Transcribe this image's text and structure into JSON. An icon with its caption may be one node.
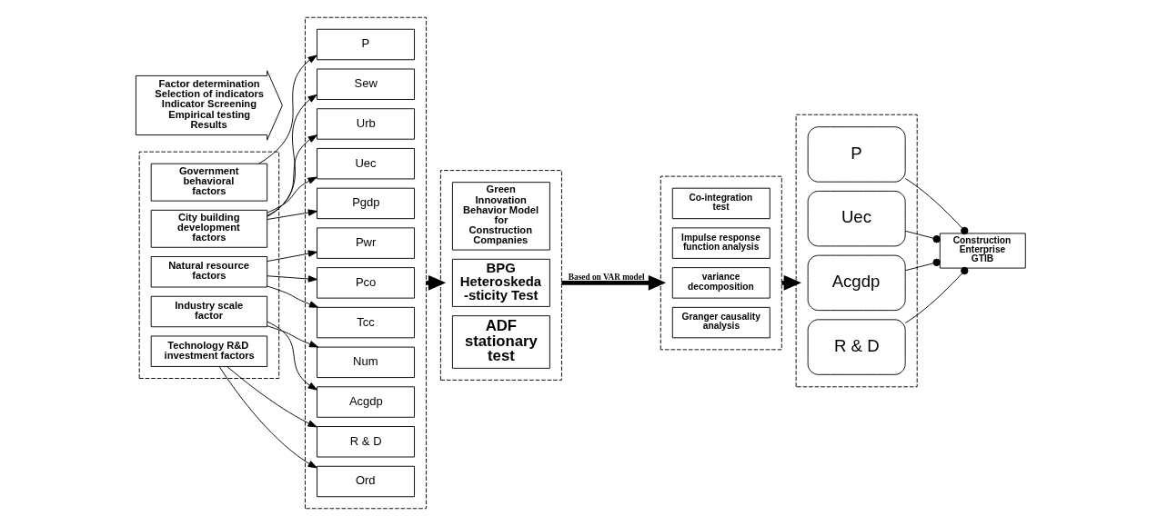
{
  "diagram": {
    "nodes": [
      {
        "text": [],
        "shape": "box"
      },
      {
        "text": [
          "Government behavioral factors"
        ],
        "in": 0
      },
      {
        "text": [
          "City building development factors"
        ],
        "in": 0
      },
      {
        "text": [
          "Natural resource factors"
        ],
        "in": 0
      },
      {
        "text": [
          "Industry scale factor"
        ],
        "in": 0
      },
      {
        "text": [
          "Technology R&D investment factors"
        ],
        "in": 0
      },
      {
        "text": [],
        "shape": "box"
      },
      {
        "text": [
          "P"
        ],
        "in": 6
      },
      {
        "text": [
          "Sew"
        ],
        "in": 6
      },
      {
        "text": [
          "Urb"
        ],
        "in": 6
      },
      {
        "text": [
          "Uec"
        ],
        "in": 6
      },
      {
        "text": [
          "Pgdp"
        ],
        "in": 6
      },
      {
        "text": [
          "Pwr"
        ],
        "in": 6
      },
      {
        "text": [
          "Pco"
        ],
        "in": 6
      },
      {
        "text": [
          "Tcc"
        ],
        "in": 6
      },
      {
        "text": [
          "Num"
        ],
        "in": 6
      },
      {
        "text": [
          "Acgdp"
        ],
        "in": 6
      },
      {
        "text": [
          "R & D"
        ],
        "in": 6
      },
      {
        "text": [
          "Ord"
        ],
        "in": 6
      },
      {
        "text": [],
        "shape": "box"
      },
      {
        "text": [
          "Green Innovation Behavior Model for Construction Companies"
        ],
        "in": 19
      },
      {
        "text": [
          "BPG Heteroskeda -sticity Test"
        ],
        "in": 19
      },
      {
        "text": [
          "ADF stationary test"
        ],
        "in": 19
      },
      {
        "text": [],
        "shape": "box"
      },
      {
        "text": [
          "Co-integration test"
        ],
        "in": 23
      },
      {
        "text": [
          "Impulse response function analysis"
        ],
        "in": 23
      },
      {
        "text": [
          "variance decomposition"
        ],
        "in": 23
      },
      {
        "text": [
          "Granger causality analysis"
        ],
        "in": 23
      },
      {
        "text": [],
        "shape": "box"
      },
      {
        "text": [
          "P"
        ],
        "in": 28
      },
      {
        "text": [
          "Uec"
        ],
        "in": 28
      },
      {
        "text": [
          "Acgdp"
        ],
        "in": 28
      },
      {
        "text": [
          "R & D"
        ],
        "in": 28
      },
      {
        "text": [
          "Construction Enterprise GTIB"
        ]
      },
      {
        "text": [
          "Factor determination",
          "Selection of indicators",
          "Indicator Screening",
          "Empirical testing",
          "Results"
        ]
      }
    ],
    "edges": [
      {
        "from": 1,
        "to": 7,
        "arrow": "to"
      },
      {
        "from": 2,
        "to": 8,
        "arrow": "to"
      },
      {
        "from": 2,
        "to": 9,
        "arrow": "to"
      },
      {
        "from": 2,
        "to": 10,
        "arrow": "to"
      },
      {
        "from": 2,
        "to": 11,
        "arrow": "to"
      },
      {
        "from": 3,
        "to": 12,
        "arrow": "to"
      },
      {
        "from": 3,
        "to": 13,
        "arrow": "to"
      },
      {
        "from": 3,
        "to": 14,
        "arrow": "to"
      },
      {
        "from": 4,
        "to": 15,
        "arrow": "to"
      },
      {
        "from": 4,
        "to": 16,
        "arrow": "to"
      },
      {
        "from": 5,
        "to": 17,
        "arrow": "to"
      },
      {
        "from": 5,
        "to": 18,
        "arrow": "to"
      },
      {
        "from": 6,
        "to": 19,
        "arrow": "to",
        "style": "thick"
      },
      {
        "from": 19,
        "to": 23,
        "arrow": "to",
        "style": "thick",
        "label": "Based on VAR model"
      },
      {
        "from": 23,
        "to": 28,
        "arrow": "to",
        "style": "thick"
      },
      {
        "from": 29,
        "to": 33,
        "arrow": "other"
      },
      {
        "from": 30,
        "to": 33,
        "arrow": "other"
      },
      {
        "from": 31,
        "to": 33,
        "arrow": "other"
      },
      {
        "from": 32,
        "to": 33,
        "arrow": "other"
      }
    ]
  }
}
